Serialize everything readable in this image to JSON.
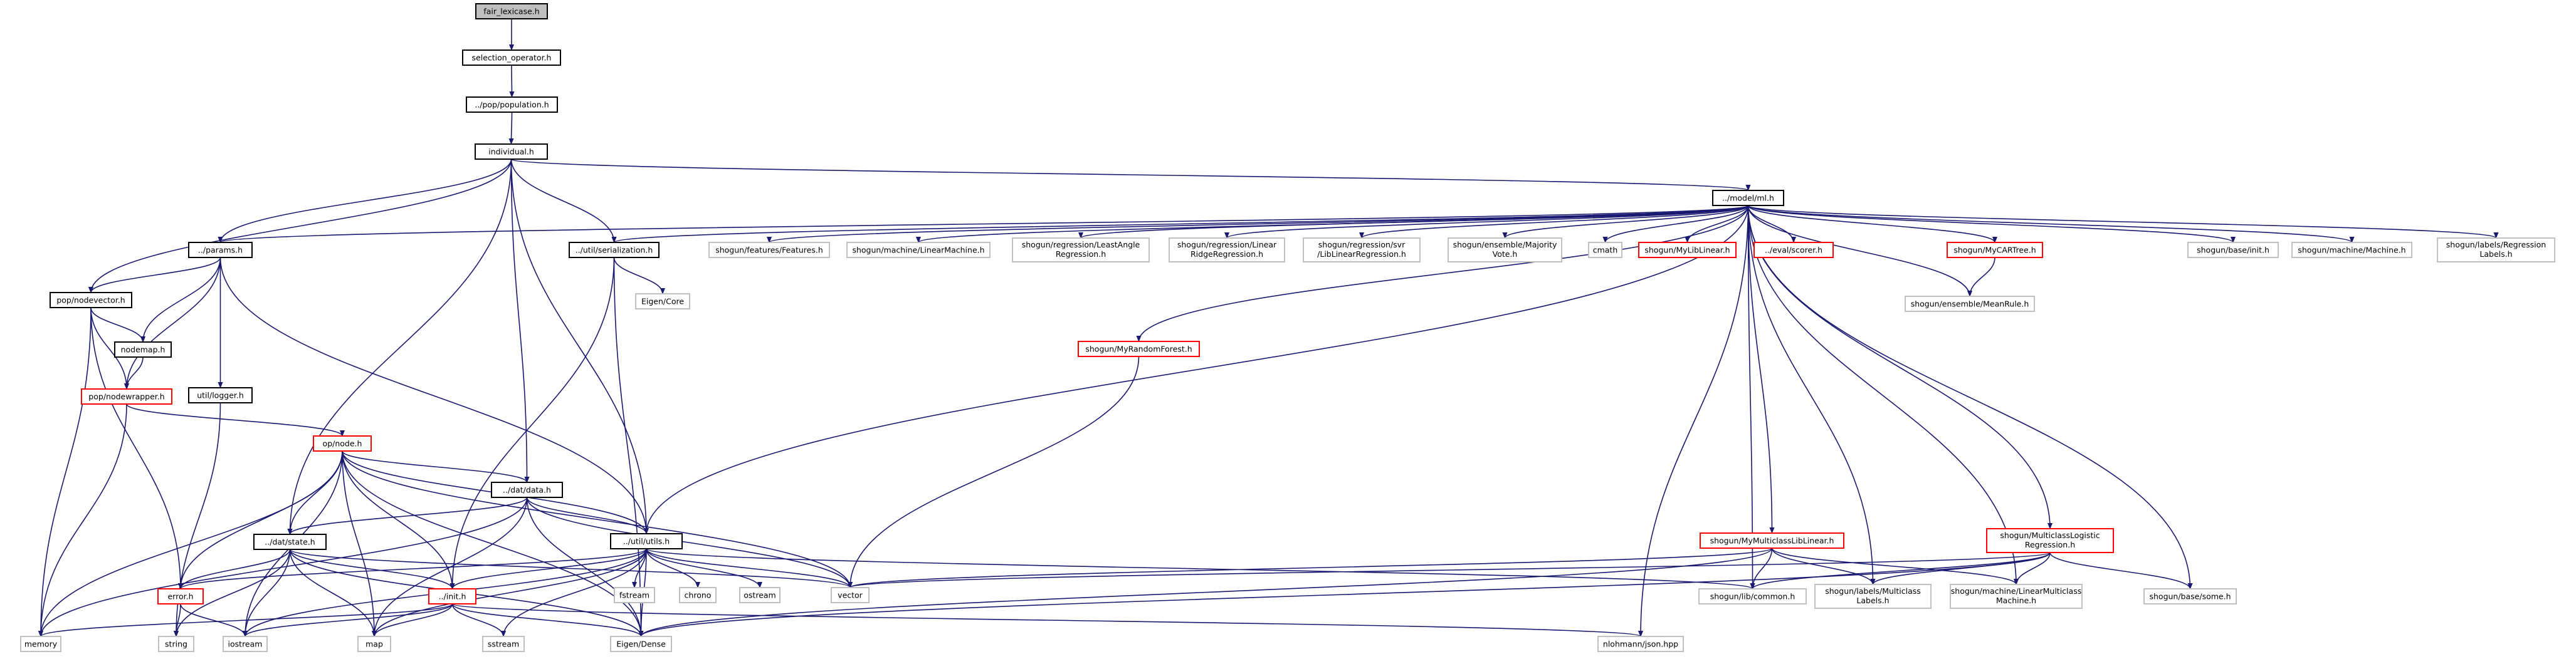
{
  "colors": {
    "edge": "#191970",
    "node_default_border": "#000000",
    "node_red_border": "#ff0000",
    "node_external_border": "#bfbfbf",
    "node_root_fill": "#bfbfbf",
    "node_fill": "#ffffff"
  },
  "nodes": [
    {
      "id": "fair_lexicase",
      "label": "fair_lexicase.h",
      "style": "root"
    },
    {
      "id": "selection_operator",
      "label": "selection_operator.h",
      "style": "default"
    },
    {
      "id": "population",
      "label": "../pop/population.h",
      "style": "default"
    },
    {
      "id": "individual",
      "label": "individual.h",
      "style": "default"
    },
    {
      "id": "ml",
      "label": "../model/ml.h",
      "style": "default"
    },
    {
      "id": "params",
      "label": "../params.h",
      "style": "default"
    },
    {
      "id": "serialization",
      "label": "../util/serialization.h",
      "style": "default"
    },
    {
      "id": "features",
      "label": "shogun/features/Features.h",
      "style": "external"
    },
    {
      "id": "linearmachine",
      "label": "shogun/machine/LinearMachine.h",
      "style": "external"
    },
    {
      "id": "leastangle",
      "label": [
        "shogun/regression/LeastAngle",
        "Regression.h"
      ],
      "style": "external"
    },
    {
      "id": "linearridge",
      "label": [
        "shogun/regression/Linear",
        "RidgeRegression.h"
      ],
      "style": "external"
    },
    {
      "id": "liblinearreg",
      "label": [
        "shogun/regression/svr",
        "/LibLinearRegression.h"
      ],
      "style": "external"
    },
    {
      "id": "majority",
      "label": [
        "shogun/ensemble/Majority",
        "Vote.h"
      ],
      "style": "external"
    },
    {
      "id": "cmath",
      "label": "cmath",
      "style": "external"
    },
    {
      "id": "myliblinear",
      "label": "shogun/MyLibLinear.h",
      "style": "red"
    },
    {
      "id": "scorer",
      "label": "../eval/scorer.h",
      "style": "red"
    },
    {
      "id": "mycartree",
      "label": "shogun/MyCARTree.h",
      "style": "red"
    },
    {
      "id": "baseinit",
      "label": "shogun/base/init.h",
      "style": "external"
    },
    {
      "id": "machine",
      "label": "shogun/machine/Machine.h",
      "style": "external"
    },
    {
      "id": "regressionlabels",
      "label": [
        "shogun/labels/Regression",
        "Labels.h"
      ],
      "style": "external"
    },
    {
      "id": "nodevector",
      "label": "pop/nodevector.h",
      "style": "default"
    },
    {
      "id": "eigencore",
      "label": "Eigen/Core",
      "style": "external"
    },
    {
      "id": "meanrule",
      "label": "shogun/ensemble/MeanRule.h",
      "style": "external"
    },
    {
      "id": "nodemap",
      "label": "nodemap.h",
      "style": "default"
    },
    {
      "id": "myrandomforest",
      "label": "shogun/MyRandomForest.h",
      "style": "red"
    },
    {
      "id": "logger",
      "label": "util/logger.h",
      "style": "default"
    },
    {
      "id": "nodewrapper",
      "label": "pop/nodewrapper.h",
      "style": "red"
    },
    {
      "id": "opnode",
      "label": "op/node.h",
      "style": "red"
    },
    {
      "id": "data",
      "label": "../dat/data.h",
      "style": "default"
    },
    {
      "id": "mymulticlass",
      "label": "shogun/MyMulticlassLibLinear.h",
      "style": "red"
    },
    {
      "id": "multiclasslogistic",
      "label": [
        "shogun/MulticlassLogistic",
        "Regression.h"
      ],
      "style": "red"
    },
    {
      "id": "utils",
      "label": "../util/utils.h",
      "style": "default"
    },
    {
      "id": "state",
      "label": "../dat/state.h",
      "style": "default"
    },
    {
      "id": "vector",
      "label": "vector",
      "style": "external"
    },
    {
      "id": "fstream",
      "label": "fstream",
      "style": "external"
    },
    {
      "id": "chrono",
      "label": "chrono",
      "style": "external"
    },
    {
      "id": "ostream",
      "label": "ostream",
      "style": "external"
    },
    {
      "id": "libcommon",
      "label": "shogun/lib/common.h",
      "style": "external"
    },
    {
      "id": "multiclasslabels",
      "label": [
        "shogun/labels/Multiclass",
        "Labels.h"
      ],
      "style": "external"
    },
    {
      "id": "linearmulticlass",
      "label": [
        "shogun/machine/LinearMulticlass",
        "Machine.h"
      ],
      "style": "external"
    },
    {
      "id": "basesome",
      "label": "shogun/base/some.h",
      "style": "external"
    },
    {
      "id": "error",
      "label": "error.h",
      "style": "red"
    },
    {
      "id": "init",
      "label": "../init.h",
      "style": "red"
    },
    {
      "id": "memory",
      "label": "memory",
      "style": "external"
    },
    {
      "id": "string",
      "label": "string",
      "style": "external"
    },
    {
      "id": "iostream",
      "label": "iostream",
      "style": "external"
    },
    {
      "id": "map",
      "label": "map",
      "style": "external"
    },
    {
      "id": "sstream",
      "label": "sstream",
      "style": "external"
    },
    {
      "id": "eigendense",
      "label": "Eigen/Dense",
      "style": "external"
    },
    {
      "id": "json",
      "label": "nlohmann/json.hpp",
      "style": "external"
    }
  ],
  "edges": [
    [
      "fair_lexicase",
      "selection_operator"
    ],
    [
      "selection_operator",
      "population"
    ],
    [
      "population",
      "individual"
    ],
    [
      "individual",
      "ml"
    ],
    [
      "individual",
      "params"
    ],
    [
      "individual",
      "serialization"
    ],
    [
      "individual",
      "nodevector"
    ],
    [
      "individual",
      "data"
    ],
    [
      "individual",
      "state"
    ],
    [
      "individual",
      "utils"
    ],
    [
      "ml",
      "params"
    ],
    [
      "ml",
      "serialization"
    ],
    [
      "ml",
      "features"
    ],
    [
      "ml",
      "linearmachine"
    ],
    [
      "ml",
      "leastangle"
    ],
    [
      "ml",
      "linearridge"
    ],
    [
      "ml",
      "liblinearreg"
    ],
    [
      "ml",
      "majority"
    ],
    [
      "ml",
      "cmath"
    ],
    [
      "ml",
      "myliblinear"
    ],
    [
      "ml",
      "scorer"
    ],
    [
      "ml",
      "mycartree"
    ],
    [
      "ml",
      "baseinit"
    ],
    [
      "ml",
      "machine"
    ],
    [
      "ml",
      "regressionlabels"
    ],
    [
      "ml",
      "myrandomforest"
    ],
    [
      "ml",
      "meanrule"
    ],
    [
      "ml",
      "mymulticlass"
    ],
    [
      "ml",
      "multiclasslogistic"
    ],
    [
      "ml",
      "utils"
    ],
    [
      "ml",
      "libcommon"
    ],
    [
      "ml",
      "multiclasslabels"
    ],
    [
      "ml",
      "linearmulticlass"
    ],
    [
      "ml",
      "basesome"
    ],
    [
      "ml",
      "json"
    ],
    [
      "params",
      "nodevector"
    ],
    [
      "params",
      "nodemap"
    ],
    [
      "params",
      "nodewrapper"
    ],
    [
      "params",
      "logger"
    ],
    [
      "params",
      "utils"
    ],
    [
      "serialization",
      "eigencore"
    ],
    [
      "serialization",
      "init"
    ],
    [
      "serialization",
      "eigendense"
    ],
    [
      "mycartree",
      "meanrule"
    ],
    [
      "myrandomforest",
      "vector"
    ],
    [
      "nodevector",
      "nodemap"
    ],
    [
      "nodevector",
      "nodewrapper"
    ],
    [
      "nodevector",
      "error"
    ],
    [
      "nodevector",
      "memory"
    ],
    [
      "nodemap",
      "nodewrapper"
    ],
    [
      "nodewrapper",
      "opnode"
    ],
    [
      "nodewrapper",
      "memory"
    ],
    [
      "logger",
      "string"
    ],
    [
      "opnode",
      "data"
    ],
    [
      "opnode",
      "state"
    ],
    [
      "opnode",
      "utils"
    ],
    [
      "opnode",
      "error"
    ],
    [
      "opnode",
      "init"
    ],
    [
      "opnode",
      "memory"
    ],
    [
      "opnode",
      "iostream"
    ],
    [
      "opnode",
      "map"
    ],
    [
      "opnode",
      "eigendense"
    ],
    [
      "opnode",
      "vector"
    ],
    [
      "data",
      "state"
    ],
    [
      "data",
      "utils"
    ],
    [
      "data",
      "vector"
    ],
    [
      "data",
      "map"
    ],
    [
      "data",
      "eigendense"
    ],
    [
      "data",
      "memory"
    ],
    [
      "utils",
      "vector"
    ],
    [
      "utils",
      "fstream"
    ],
    [
      "utils",
      "chrono"
    ],
    [
      "utils",
      "ostream"
    ],
    [
      "utils",
      "init"
    ],
    [
      "utils",
      "error"
    ],
    [
      "utils",
      "map"
    ],
    [
      "utils",
      "sstream"
    ],
    [
      "utils",
      "eigendense"
    ],
    [
      "utils",
      "iostream"
    ],
    [
      "utils",
      "libcommon"
    ],
    [
      "state",
      "error"
    ],
    [
      "state",
      "init"
    ],
    [
      "state",
      "vector"
    ],
    [
      "state",
      "map"
    ],
    [
      "state",
      "string"
    ],
    [
      "state",
      "iostream"
    ],
    [
      "state",
      "eigendense"
    ],
    [
      "error",
      "string"
    ],
    [
      "error",
      "iostream"
    ],
    [
      "init",
      "memory"
    ],
    [
      "init",
      "iostream"
    ],
    [
      "init",
      "map"
    ],
    [
      "init",
      "sstream"
    ],
    [
      "init",
      "eigendense"
    ],
    [
      "init",
      "json"
    ],
    [
      "mymulticlass",
      "libcommon"
    ],
    [
      "mymulticlass",
      "multiclasslabels"
    ],
    [
      "mymulticlass",
      "linearmulticlass"
    ],
    [
      "mymulticlass",
      "vector"
    ],
    [
      "mymulticlass",
      "eigendense"
    ],
    [
      "multiclasslogistic",
      "libcommon"
    ],
    [
      "multiclasslogistic",
      "multiclasslabels"
    ],
    [
      "multiclasslogistic",
      "linearmulticlass"
    ],
    [
      "multiclasslogistic",
      "basesome"
    ],
    [
      "multiclasslogistic",
      "vector"
    ],
    [
      "multiclasslogistic",
      "eigendense"
    ]
  ]
}
